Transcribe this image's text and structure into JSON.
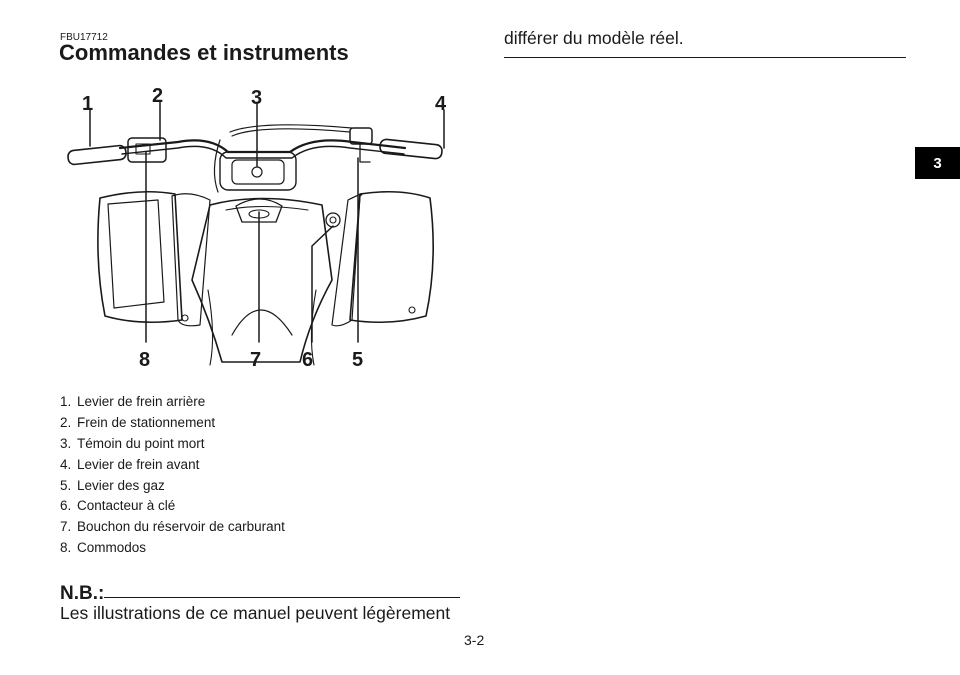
{
  "header": {
    "code": "FBU17712",
    "title": "Commandes et instruments"
  },
  "illustration": {
    "callouts": [
      "1",
      "2",
      "3",
      "4",
      "5",
      "6",
      "7",
      "8"
    ]
  },
  "legend": [
    {
      "num": "1.",
      "text": "Levier de frein arrière"
    },
    {
      "num": "2.",
      "text": "Frein de stationnement"
    },
    {
      "num": "3.",
      "text": "Témoin du point mort"
    },
    {
      "num": "4.",
      "text": "Levier de frein avant"
    },
    {
      "num": "5.",
      "text": "Levier des gaz"
    },
    {
      "num": "6.",
      "text": "Contacteur à clé"
    },
    {
      "num": "7.",
      "text": "Bouchon du réservoir de carburant"
    },
    {
      "num": "8.",
      "text": "Commodos"
    }
  ],
  "note": {
    "label": "N.B.:",
    "text_line1": "Les illustrations de ce manuel peuvent légèrement",
    "text_line2": "différer du modèle réel."
  },
  "side_tab": "3",
  "page_number": "3-2"
}
